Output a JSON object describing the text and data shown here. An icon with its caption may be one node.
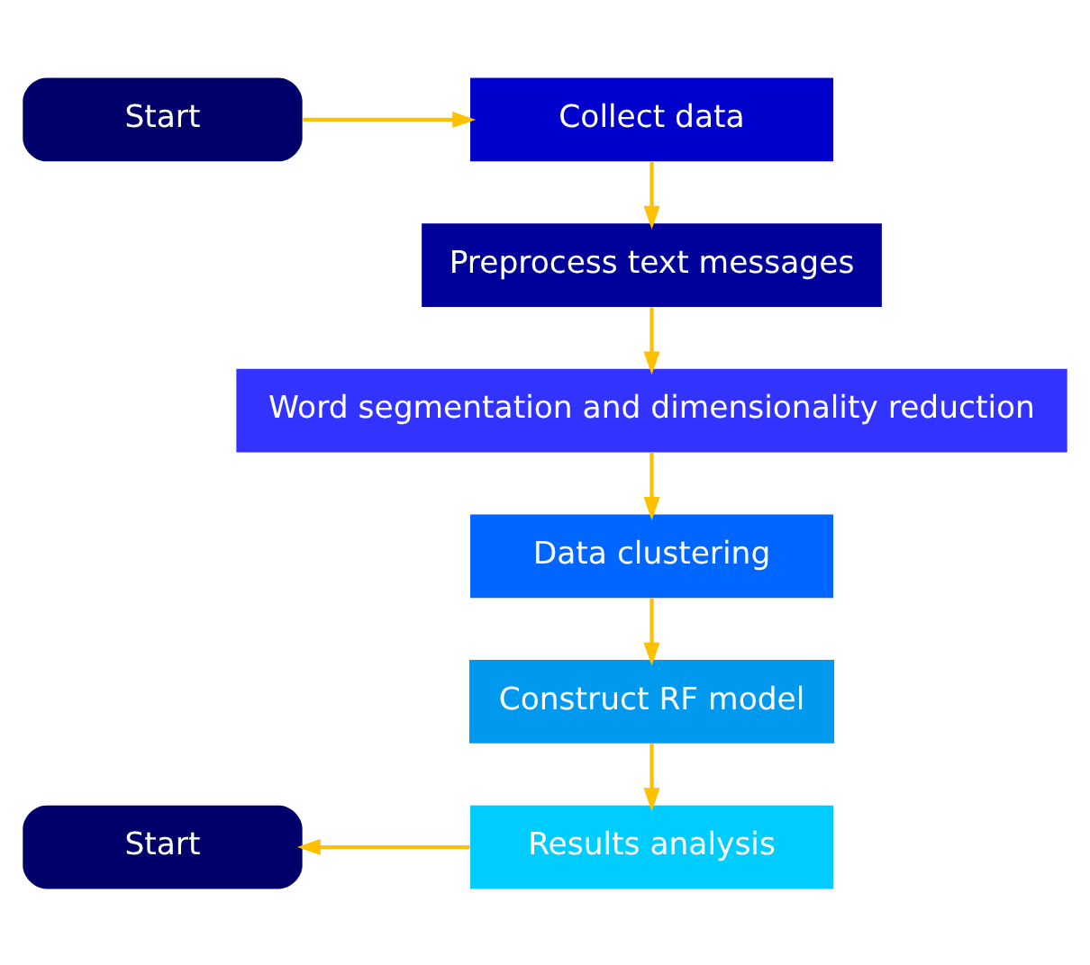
{
  "diagram": {
    "nodes": [
      {
        "text": [
          "Start"
        ]
      },
      {
        "text": [
          "Collect data"
        ]
      },
      {
        "text": [
          "Preprocess text messages"
        ]
      },
      {
        "text": [
          "Word segmentation and dimensionality reduction"
        ]
      },
      {
        "text": [
          "Data clustering"
        ]
      },
      {
        "text": [
          "Construct RF model"
        ]
      },
      {
        "text": [
          "Results analysis"
        ]
      },
      {
        "text": [
          "Start"
        ]
      }
    ],
    "edges": [
      {
        "from": 0,
        "to": 1,
        "arrow": "to"
      },
      {
        "from": 1,
        "to": 2,
        "arrow": "to"
      },
      {
        "from": 2,
        "to": 3,
        "arrow": "to"
      },
      {
        "from": 3,
        "to": 4,
        "arrow": "to"
      },
      {
        "from": 4,
        "to": 5,
        "arrow": "to"
      },
      {
        "from": 5,
        "to": 6,
        "arrow": "to"
      },
      {
        "from": 6,
        "to": 7,
        "arrow": "to"
      }
    ]
  }
}
